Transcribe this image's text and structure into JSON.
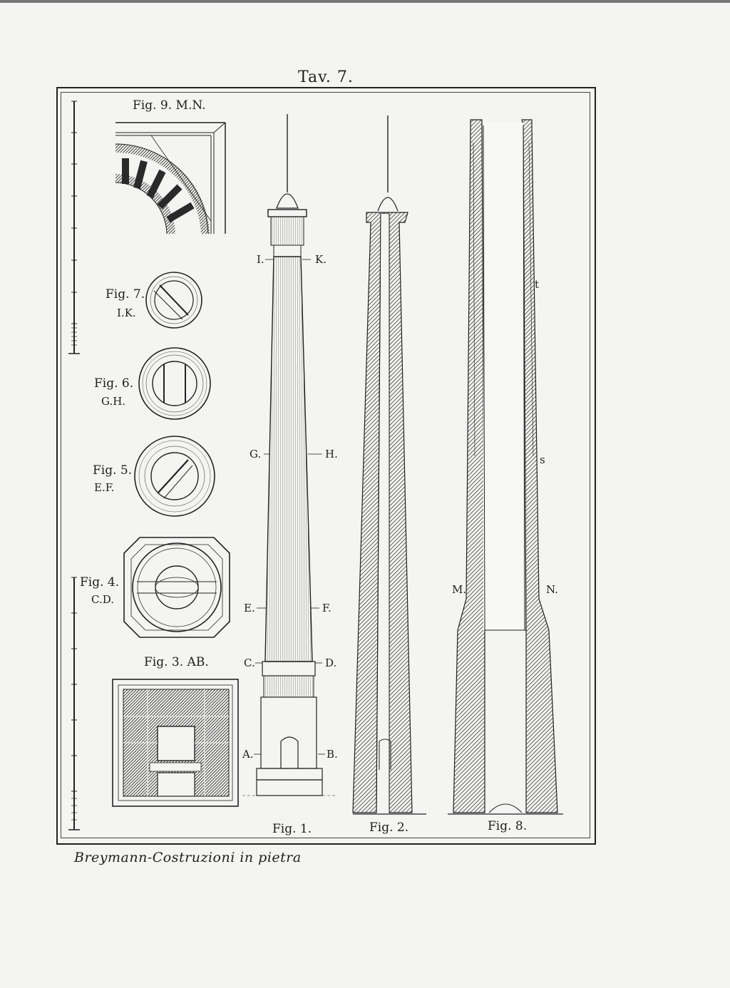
{
  "plate": {
    "title": "Tav. 7.",
    "caption": "Breymann-Costruzioni in pietra"
  },
  "figures": {
    "fig9": "Fig. 9. M.N.",
    "fig7": "Fig. 7.",
    "fig7_sub": "I.K.",
    "fig6": "Fig. 6.",
    "fig6_sub": "G.H.",
    "fig5": "Fig. 5.",
    "fig5_sub": "E.F.",
    "fig4": "Fig. 4.",
    "fig4_sub": "C.D.",
    "fig3": "Fig. 3. AB.",
    "fig1": "Fig. 1.",
    "fig2": "Fig. 2.",
    "fig8": "Fig. 8."
  },
  "section_marks": {
    "I": "I.",
    "K": "K.",
    "G": "G.",
    "H": "H.",
    "E": "E.",
    "F": "F.",
    "C": "C.",
    "D": "D.",
    "A": "A.",
    "B": "B.",
    "M": "M.",
    "N": "N.",
    "t": "t",
    "s": "s"
  },
  "colors": {
    "ink": "#1e1e1e",
    "paper": "#f4f4f2",
    "hatch": "#4a4a4a"
  }
}
